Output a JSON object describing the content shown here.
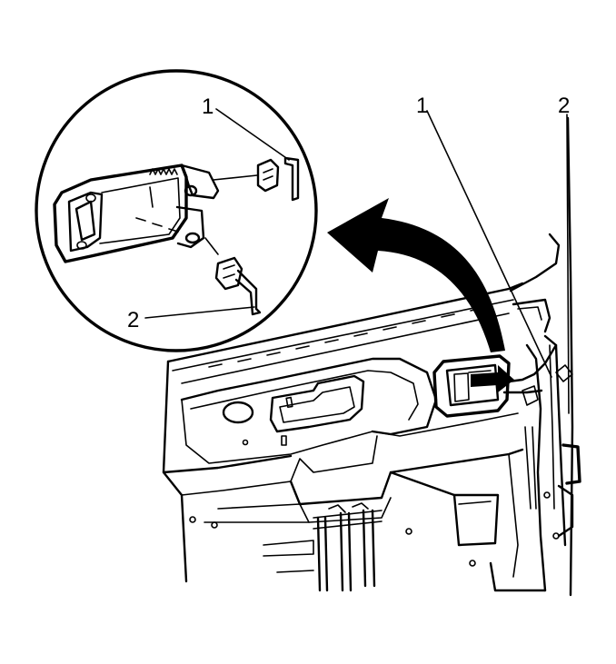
{
  "diagram": {
    "callouts": {
      "detail_rod_upper": "1",
      "detail_rod_lower": "2",
      "door_rod_1": "1",
      "door_rod_2": "2"
    },
    "colors": {
      "line": "#000000",
      "background": "#ffffff",
      "arrow_fill": "#000000"
    },
    "icons": {
      "removal_arrow": "curved-arrow",
      "direction_arrow": "right-arrow"
    }
  }
}
